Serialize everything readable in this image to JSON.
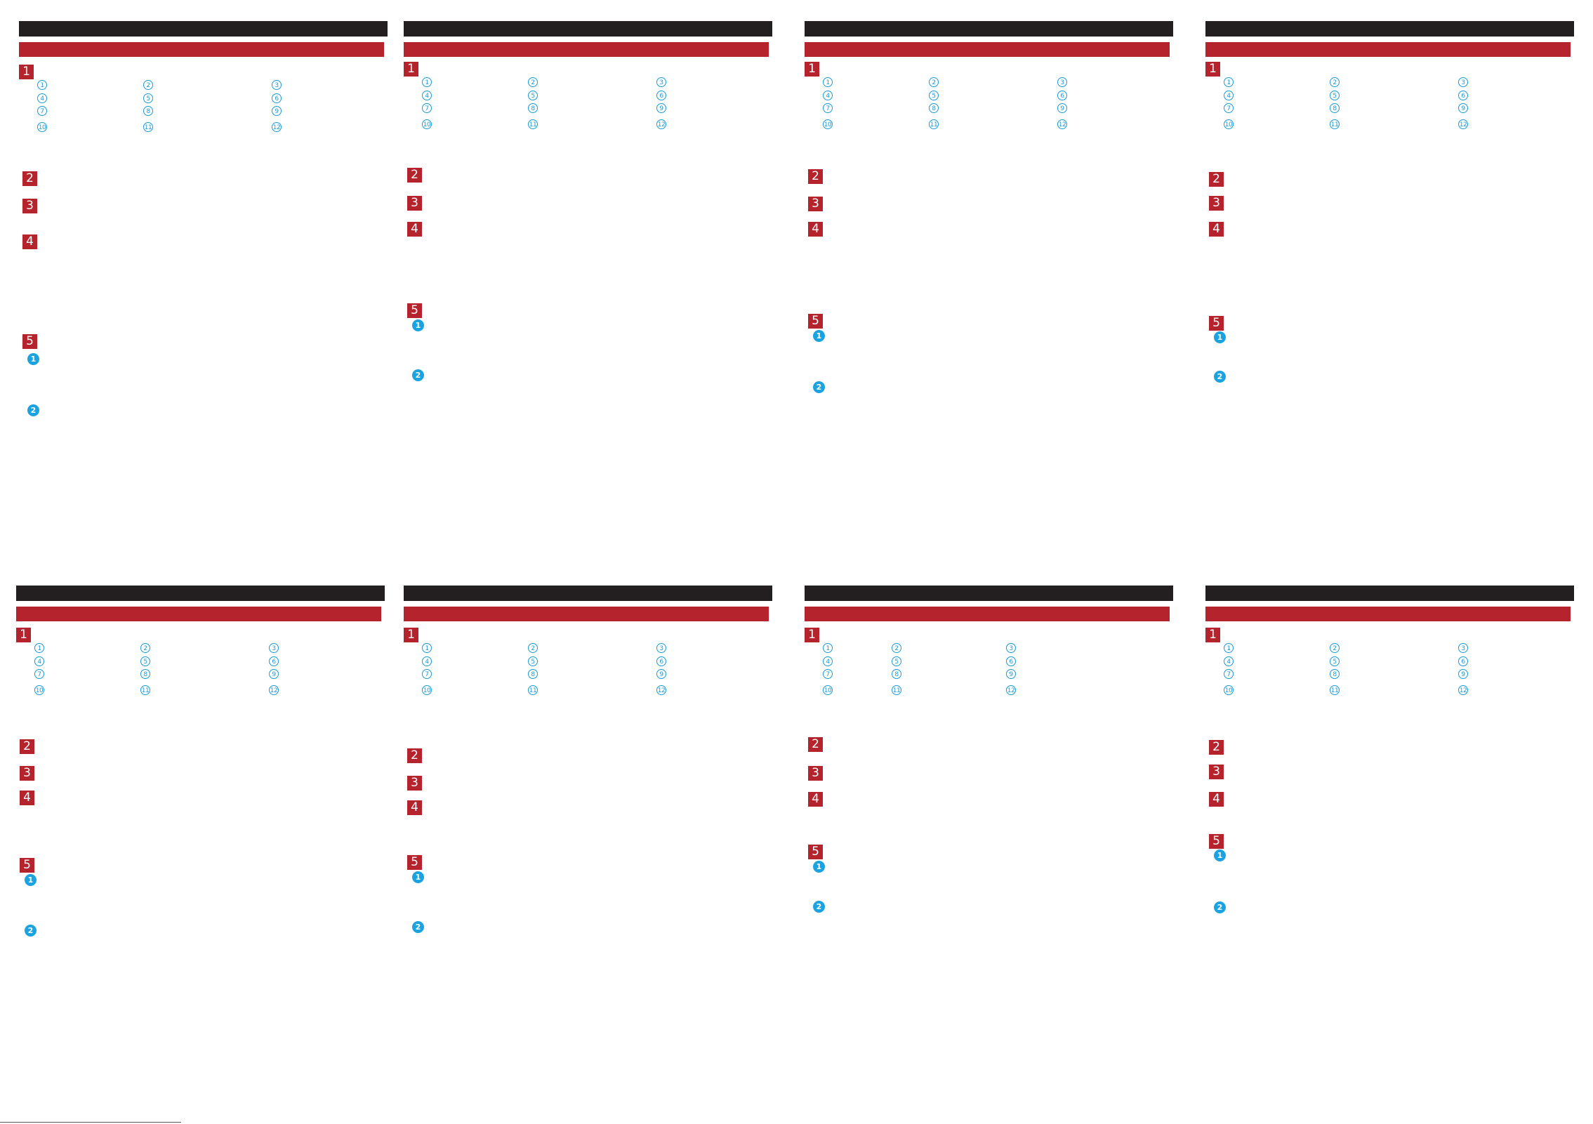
{
  "colors": {
    "header": "#231f20",
    "accent": "#b5232d",
    "callout": "#1a9ad9"
  },
  "panels": [
    {
      "sections": [
        "1",
        "2",
        "3",
        "4",
        "5"
      ],
      "parts": [
        "1",
        "2",
        "3",
        "4",
        "5",
        "6",
        "7",
        "8",
        "9",
        "10",
        "11",
        "12"
      ],
      "steps": [
        "1",
        "2"
      ]
    },
    {
      "sections": [
        "1",
        "2",
        "3",
        "4",
        "5"
      ],
      "parts": [
        "1",
        "2",
        "3",
        "4",
        "5",
        "6",
        "7",
        "8",
        "9",
        "10",
        "11",
        "12"
      ],
      "steps": [
        "1",
        "2"
      ]
    },
    {
      "sections": [
        "1",
        "2",
        "3",
        "4",
        "5"
      ],
      "parts": [
        "1",
        "2",
        "3",
        "4",
        "5",
        "6",
        "7",
        "8",
        "9",
        "10",
        "11",
        "12"
      ],
      "steps": [
        "1",
        "2"
      ]
    },
    {
      "sections": [
        "1",
        "2",
        "3",
        "4",
        "5"
      ],
      "parts": [
        "1",
        "2",
        "3",
        "4",
        "5",
        "6",
        "7",
        "8",
        "9",
        "10",
        "11",
        "12"
      ],
      "steps": [
        "1",
        "2"
      ]
    },
    {
      "sections": [
        "1",
        "2",
        "3",
        "4",
        "5"
      ],
      "parts": [
        "1",
        "2",
        "3",
        "4",
        "5",
        "6",
        "7",
        "8",
        "9",
        "10",
        "11",
        "12"
      ],
      "steps": [
        "1",
        "2"
      ]
    },
    {
      "sections": [
        "1",
        "2",
        "3",
        "4",
        "5"
      ],
      "parts": [
        "1",
        "2",
        "3",
        "4",
        "5",
        "6",
        "7",
        "8",
        "9",
        "10",
        "11",
        "12"
      ],
      "steps": [
        "1",
        "2"
      ]
    },
    {
      "sections": [
        "1",
        "2",
        "3",
        "4",
        "5"
      ],
      "parts": [
        "1",
        "2",
        "3",
        "4",
        "5",
        "6",
        "7",
        "8",
        "9",
        "10",
        "11",
        "12"
      ],
      "steps": [
        "1",
        "2"
      ]
    },
    {
      "sections": [
        "1",
        "2",
        "3",
        "4",
        "5"
      ],
      "parts": [
        "1",
        "2",
        "3",
        "4",
        "5",
        "6",
        "7",
        "8",
        "9",
        "10",
        "11",
        "12"
      ],
      "steps": [
        "1",
        "2"
      ]
    }
  ]
}
